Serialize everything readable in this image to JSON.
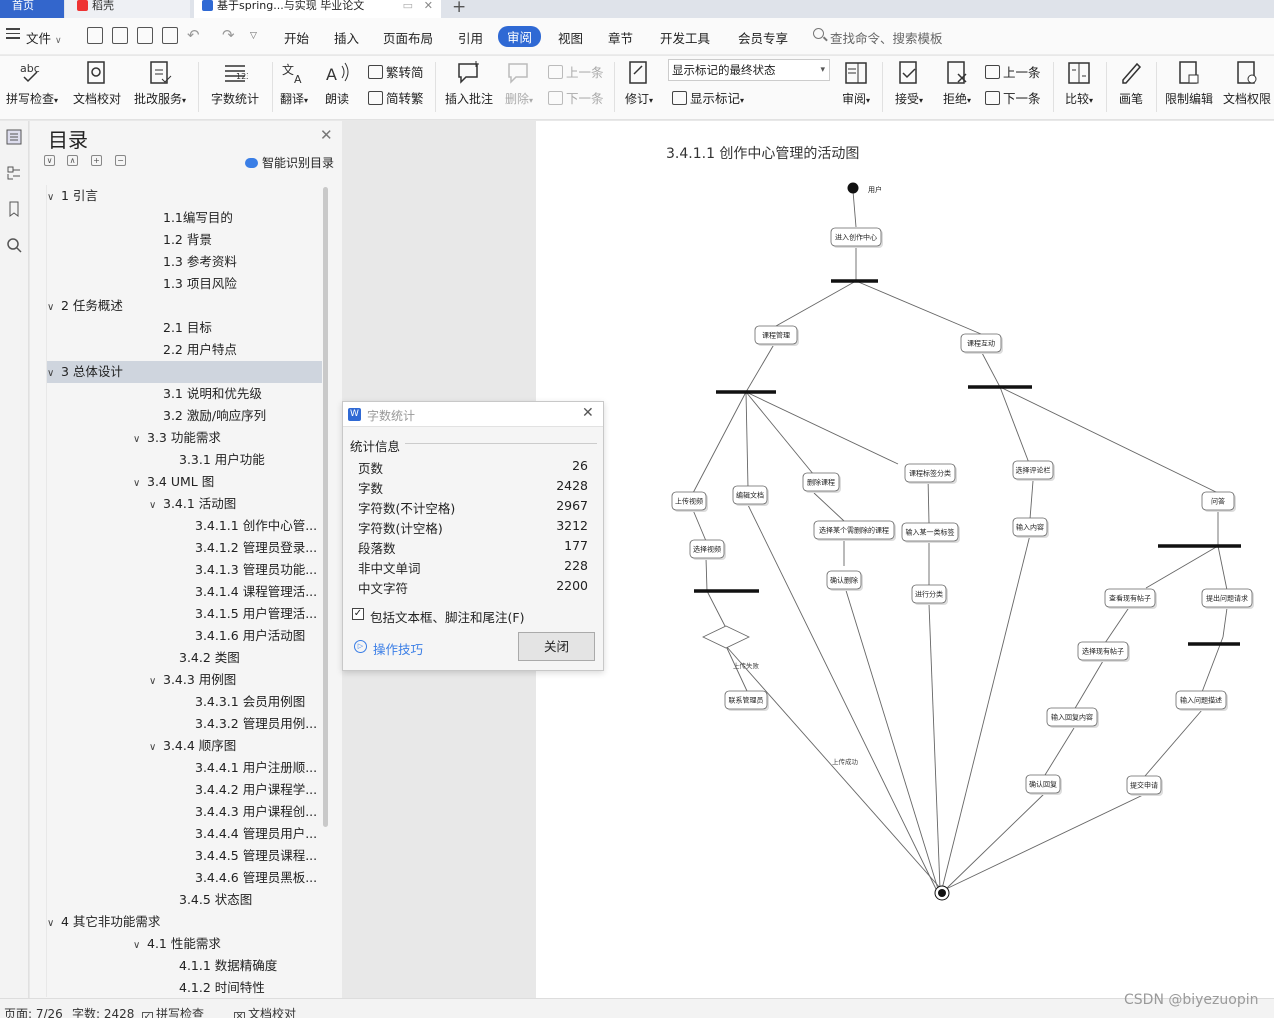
{
  "tabs": [
    {
      "label": "首页"
    },
    {
      "label": "稻壳"
    },
    {
      "label": "基于spring...与实现 毕业论文"
    }
  ],
  "menu": {
    "file": "文件",
    "items": [
      "开始",
      "插入",
      "页面布局",
      "引用",
      "审阅",
      "视图",
      "章节",
      "开发工具",
      "会员专享"
    ],
    "active": "审阅",
    "search_placeholder": "查找命令、搜索模板"
  },
  "ribbon": {
    "spell": "拼写检查",
    "proof": "文档校对",
    "review_service": "批改服务",
    "word_count": "字数统计",
    "translate": "翻译",
    "read_aloud": "朗读",
    "trad_to_simp": "繁转简",
    "simp_to_trad": "简转繁",
    "insert_comment": "插入批注",
    "delete": "删除",
    "prev": "上一条",
    "next": "下一条",
    "track": "修订",
    "show_markup_value": "显示标记的最终状态",
    "show_markup": "显示标记",
    "review_pane": "审阅",
    "accept": "接受",
    "reject": "拒绝",
    "prev2": "上一条",
    "next2": "下一条",
    "compare": "比较",
    "ink": "画笔",
    "restrict": "限制编辑",
    "permission": "文档权限"
  },
  "toc": {
    "title": "目录",
    "smart": "智能识别目录",
    "items": [
      {
        "label": "1  引言",
        "level": 0,
        "caret": "∨"
      },
      {
        "label": "1.1编写目的",
        "level": 2
      },
      {
        "label": "1.2  背景",
        "level": 2
      },
      {
        "label": "1.3  参考资料",
        "level": 2
      },
      {
        "label": "1.3  项目风险",
        "level": 2
      },
      {
        "label": "2  任务概述",
        "level": 0,
        "caret": "∨"
      },
      {
        "label": "2.1  目标",
        "level": 2
      },
      {
        "label": "2.2  用户特点",
        "level": 2
      },
      {
        "label": "3  总体设计",
        "level": 0,
        "caret": "∨",
        "selected": true
      },
      {
        "label": "3.1  说明和优先级",
        "level": 2
      },
      {
        "label": "3.2  激励/响应序列",
        "level": 2
      },
      {
        "label": "3.3  功能需求",
        "level": 1,
        "caret": "∨"
      },
      {
        "label": "3.3.1  用户功能",
        "level": 3
      },
      {
        "label": "3.4 UML 图",
        "level": 1,
        "caret": "∨"
      },
      {
        "label": "3.4.1  活动图",
        "level": 2,
        "caret": "∨"
      },
      {
        "label": "3.4.1.1  创作中心管...",
        "level": 4
      },
      {
        "label": "3.4.1.2  管理员登录...",
        "level": 4
      },
      {
        "label": "3.4.1.3  管理员功能...",
        "level": 4
      },
      {
        "label": "3.4.1.4  课程管理活...",
        "level": 4
      },
      {
        "label": "3.4.1.5  用户管理活...",
        "level": 4
      },
      {
        "label": "3.4.1.6  用户活动图",
        "level": 4
      },
      {
        "label": "3.4.2  类图",
        "level": 3
      },
      {
        "label": "3.4.3  用例图",
        "level": 2,
        "caret": "∨"
      },
      {
        "label": "3.4.3.1  会员用例图",
        "level": 4
      },
      {
        "label": "3.4.3.2  管理员用例...",
        "level": 4
      },
      {
        "label": "3.4.4  顺序图",
        "level": 2,
        "caret": "∨"
      },
      {
        "label": "3.4.4.1  用户注册顺...",
        "level": 4
      },
      {
        "label": "3.4.4.2  用户课程学...",
        "level": 4
      },
      {
        "label": "3.4.4.3  用户课程创...",
        "level": 4
      },
      {
        "label": "3.4.4.4  管理员用户...",
        "level": 4
      },
      {
        "label": "3.4.4.5  管理员课程...",
        "level": 4
      },
      {
        "label": "3.4.4.6  管理员黑板...",
        "level": 4
      },
      {
        "label": "3.4.5  状态图",
        "level": 3
      },
      {
        "label": "4  其它非功能需求",
        "level": 0,
        "caret": "∨"
      },
      {
        "label": "4.1  性能需求",
        "level": 1,
        "caret": "∨"
      },
      {
        "label": "4.1.1  数据精确度",
        "level": 3
      },
      {
        "label": "4.1.2  时间特性",
        "level": 3
      }
    ]
  },
  "document": {
    "heading": "3.4.1.1  创作中心管理的活动图"
  },
  "diagram": {
    "start_label": "用户",
    "nodes": [
      "进入创作中心",
      "课程管理",
      "课程互动",
      "上传视频",
      "编辑文档",
      "删除课程",
      "课程标签分类",
      "选择评论栏",
      "问答",
      "选择视频",
      "选择某个需删除的课程",
      "输入某一类标签",
      "输入内容",
      "确认删除",
      "进行分类",
      "查看现有帖子",
      "提出问题请求",
      "选择现有帖子",
      "输入回复内容",
      "输入问题描述",
      "确认回复",
      "提交申请",
      "联系管理员"
    ],
    "edge_labels": [
      "上传失败",
      "上传成功"
    ]
  },
  "word_count_dialog": {
    "title": "字数统计",
    "section": "统计信息",
    "rows": [
      {
        "label": "页数",
        "value": "26"
      },
      {
        "label": "字数",
        "value": "2428"
      },
      {
        "label": "字符数(不计空格)",
        "value": "2967"
      },
      {
        "label": "字符数(计空格)",
        "value": "3212"
      },
      {
        "label": "段落数",
        "value": "177"
      },
      {
        "label": "非中文单词",
        "value": "228"
      },
      {
        "label": "中文字符",
        "value": "2200"
      }
    ],
    "checkbox": "包括文本框、脚注和尾注(F)",
    "checked": true,
    "tips": "操作技巧",
    "close": "关闭"
  },
  "status": {
    "page": "页面: 7/26",
    "words": "字数: 2428",
    "spell": "拼写检查",
    "proof": "文档校对"
  },
  "watermark": "CSDN @biyezuopin",
  "colors": {
    "accent": "#2f69d4",
    "selected_row": "#cfd5de"
  }
}
